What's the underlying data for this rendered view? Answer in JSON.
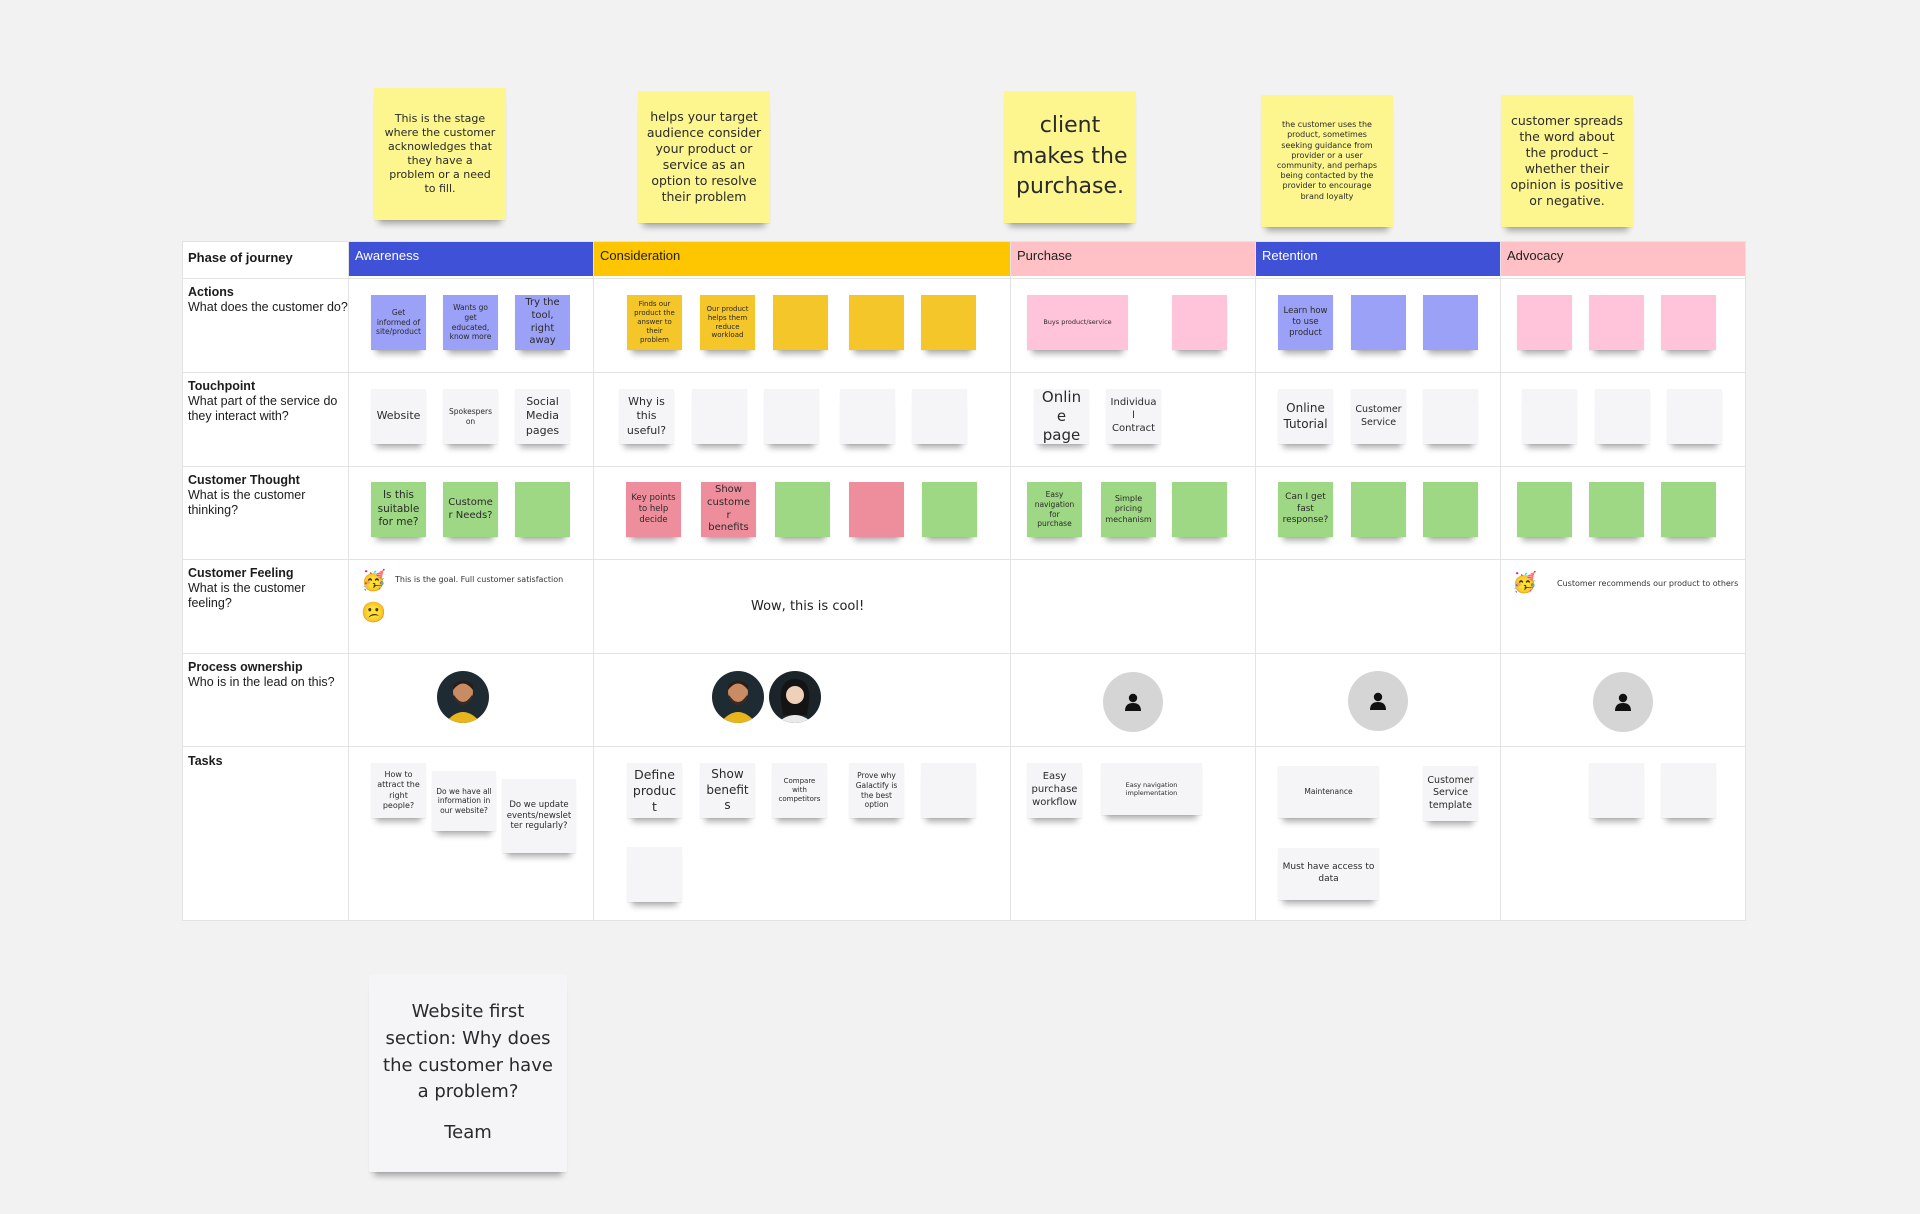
{
  "top_notes": [
    {
      "text": "This is the stage where the customer acknowledges that they have a problem or a need to fill."
    },
    {
      "text": "helps your target audience consider your product or service as an option to resolve their problem"
    },
    {
      "text": "client makes the purchase."
    },
    {
      "text": "the customer uses the product, sometimes seeking guidance from provider or a user community, and perhaps being contacted by the provider to encourage brand loyalty"
    },
    {
      "text": "customer spreads the word about the product – whether their opinion is positive or negative."
    }
  ],
  "table": {
    "phase_label": "Phase of journey",
    "phases": [
      {
        "name": "Awareness",
        "color": "#3f51d6"
      },
      {
        "name": "Consideration",
        "color": "#fec600"
      },
      {
        "name": "Purchase",
        "color": "#ffc1c5"
      },
      {
        "name": "Retention",
        "color": "#3f51d6"
      },
      {
        "name": "Advocacy",
        "color": "#ffc1c5"
      }
    ],
    "rows": [
      {
        "title": "Actions",
        "subtitle": "What does the customer do?"
      },
      {
        "title": "Touchpoint",
        "subtitle": "What part of the service do they interact with?"
      },
      {
        "title": "Customer Thought",
        "subtitle": "What is the customer thinking?"
      },
      {
        "title": "Customer Feeling",
        "subtitle": "What is the customer feeling?"
      },
      {
        "title": "Process ownership",
        "subtitle": "Who is in the lead on this?"
      },
      {
        "title": "Tasks",
        "subtitle": ""
      }
    ]
  },
  "actions": {
    "awareness": [
      "Get informed of site/product",
      "Wants go get educated, know more",
      "Try the tool, right away"
    ],
    "consideration": [
      "Finds our product the answer to their problem",
      "Our product helps them reduce workload"
    ],
    "purchase": [
      "Buys product/service"
    ],
    "retention": [
      "Learn how to use product"
    ]
  },
  "touchpoints": {
    "awareness": [
      "Website",
      "Spokesperson",
      "Social Media pages"
    ],
    "consideration": [
      "Why is this useful?"
    ],
    "purchase": [
      "Online page",
      "Individual Contract"
    ],
    "retention": [
      "Online Tutorial",
      "Customer Service"
    ]
  },
  "thoughts": {
    "awareness": [
      "Is this suitable for me?",
      "Customer Needs?"
    ],
    "consideration": [
      "Key points to help decide",
      "Show customer benefits"
    ],
    "purchase": [
      "Easy navigation for purchase",
      "Simple pricing mechanism"
    ],
    "retention": [
      "Can I get fast response?"
    ]
  },
  "feelings": {
    "awareness_text": "This is the goal. Full customer satisfaction",
    "consideration_text": "Wow, this is cool!",
    "advocacy_text": "Customer recommends our product to others"
  },
  "tasks": {
    "awareness": [
      "How to attract the right people?",
      "Do we have all information in our website?",
      "Do we update events/newsletter regularly?"
    ],
    "consideration": [
      "Define product",
      "Show benefits",
      "Compare with competitors",
      "Prove why Galactify is the best option"
    ],
    "purchase": [
      "Easy purchase workflow",
      "Easy navigation implementation"
    ],
    "retention": [
      "Maintenance",
      "Customer Service template",
      "Must have access to data"
    ]
  },
  "bottom_note": {
    "line1": "Website first section: Why does the customer have a problem?",
    "line2": "Team"
  }
}
